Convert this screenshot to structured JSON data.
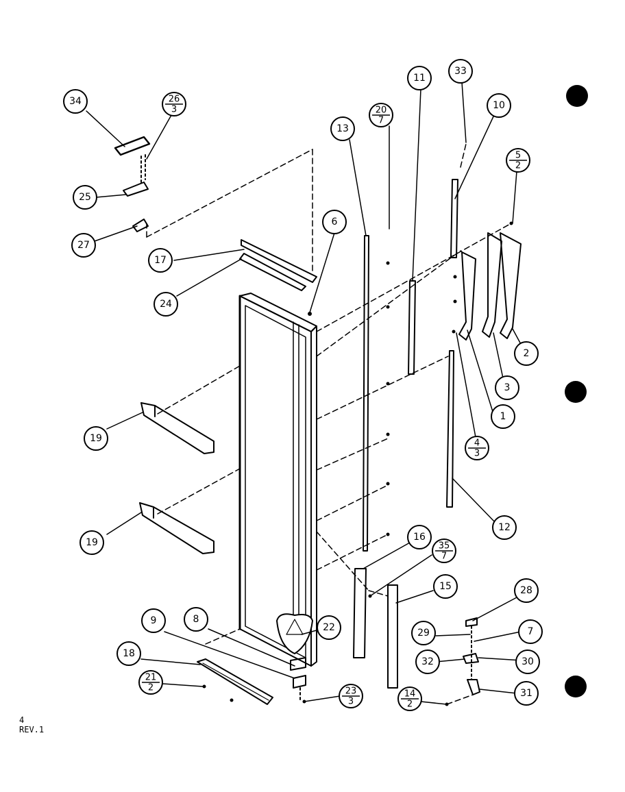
{
  "callouts": [
    {
      "id": "c34",
      "num": "34"
    },
    {
      "id": "c26",
      "num": "26",
      "den": "3"
    },
    {
      "id": "c25",
      "num": "25"
    },
    {
      "id": "c27",
      "num": "27"
    },
    {
      "id": "c17",
      "num": "17"
    },
    {
      "id": "c24",
      "num": "24"
    },
    {
      "id": "c6",
      "num": "6"
    },
    {
      "id": "c13",
      "num": "13"
    },
    {
      "id": "c20",
      "num": "20",
      "den": "7"
    },
    {
      "id": "c11",
      "num": "11"
    },
    {
      "id": "c33",
      "num": "33"
    },
    {
      "id": "c10",
      "num": "10"
    },
    {
      "id": "c5",
      "num": "5",
      "den": "2"
    },
    {
      "id": "c2",
      "num": "2"
    },
    {
      "id": "c3",
      "num": "3"
    },
    {
      "id": "c1",
      "num": "1"
    },
    {
      "id": "c4",
      "num": "4",
      "den": "3"
    },
    {
      "id": "c12",
      "num": "12"
    },
    {
      "id": "c19a",
      "num": "19"
    },
    {
      "id": "c19b",
      "num": "19"
    },
    {
      "id": "c16",
      "num": "16"
    },
    {
      "id": "c35",
      "num": "35",
      "den": "7"
    },
    {
      "id": "c15",
      "num": "15"
    },
    {
      "id": "c22",
      "num": "22"
    },
    {
      "id": "c9",
      "num": "9"
    },
    {
      "id": "c8",
      "num": "8"
    },
    {
      "id": "c18",
      "num": "18"
    },
    {
      "id": "c21",
      "num": "21",
      "den": "2"
    },
    {
      "id": "c23",
      "num": "23",
      "den": "3"
    },
    {
      "id": "c28",
      "num": "28"
    },
    {
      "id": "c29",
      "num": "29"
    },
    {
      "id": "c7",
      "num": "7"
    },
    {
      "id": "c32",
      "num": "32"
    },
    {
      "id": "c30",
      "num": "30"
    },
    {
      "id": "c14",
      "num": "14",
      "den": "2"
    },
    {
      "id": "c31",
      "num": "31"
    }
  ],
  "footer": {
    "page": "4",
    "revision": "REV.1"
  }
}
